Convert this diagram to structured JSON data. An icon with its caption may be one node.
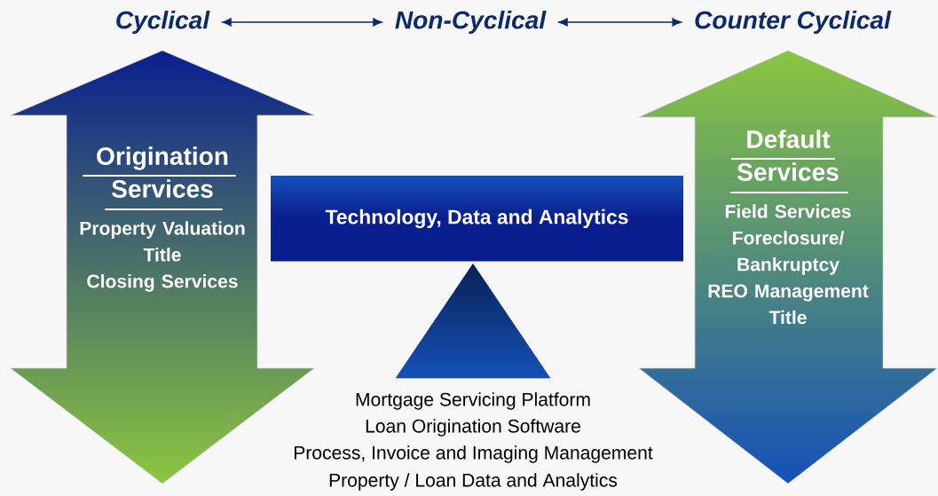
{
  "diagram": {
    "nodes": [
      {
        "text": [
          "Cyclical"
        ]
      },
      {
        "text": [
          "Non-Cyclical"
        ]
      },
      {
        "text": [
          "Counter Cyclical"
        ]
      },
      {
        "text": [
          "Origination Services",
          "Property Valuation",
          "Title",
          "Closing Services"
        ]
      },
      {
        "text": [
          "Technology, Data and Analytics"
        ]
      },
      {
        "text": [],
        "shape": "triangle",
        "beside": [
          "Mortgage Servicing Platform",
          "Loan Origination Software",
          "Process, Invoice and Imaging Management",
          "Property / Loan Data and Analytics"
        ]
      },
      {
        "text": [
          "Default Services",
          "Field Services",
          "Foreclosure/ Bankruptcy",
          "REO Management",
          "Title"
        ]
      }
    ],
    "edges": [
      {
        "from": 0,
        "to": 1,
        "arrow": "both"
      },
      {
        "from": 1,
        "to": 2,
        "arrow": "both"
      }
    ]
  }
}
